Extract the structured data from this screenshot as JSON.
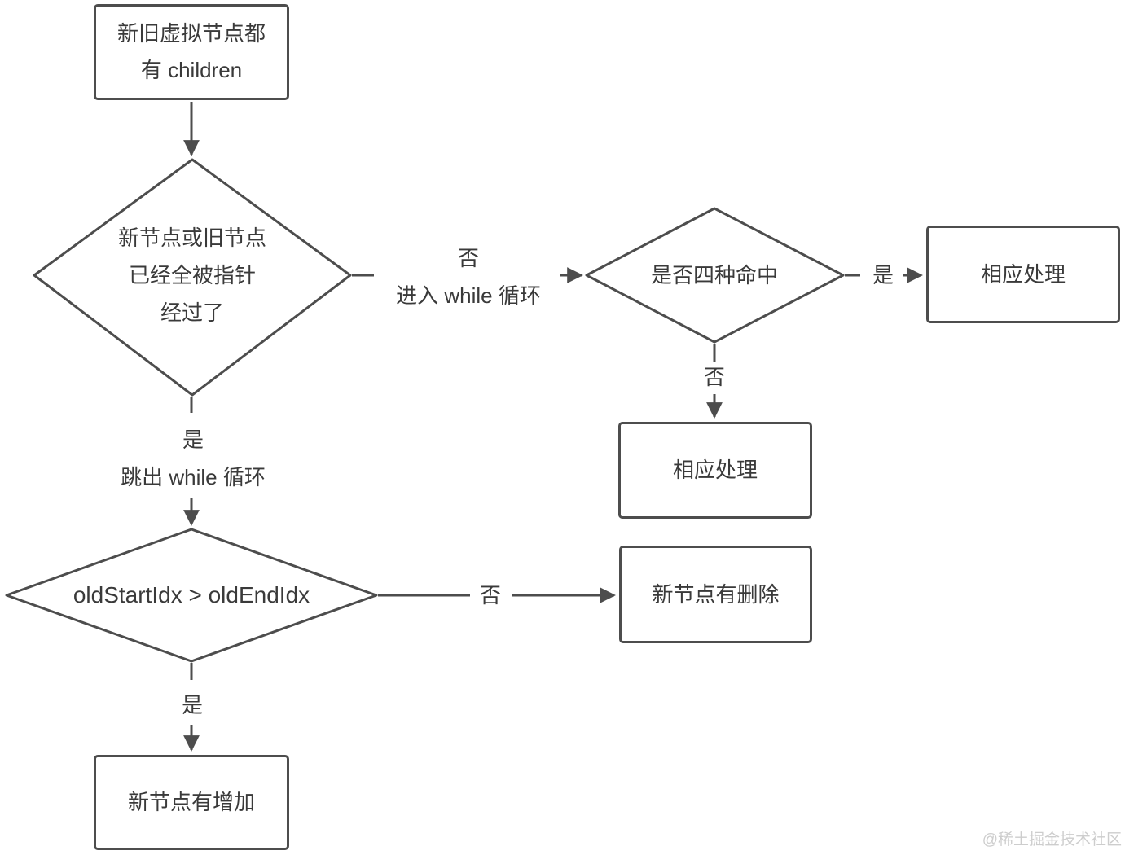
{
  "colors": {
    "background": "#ffffff",
    "stroke": "#4d4d4d",
    "text": "#3a3a3a",
    "watermark": "#cdcdcd"
  },
  "nodes": {
    "start": {
      "line1": "新旧虚拟节点都",
      "line2": "有 children"
    },
    "pointer_check": {
      "line1": "新节点或旧节点",
      "line2": "已经全被指针",
      "line3": "经过了"
    },
    "four_hit_check": {
      "label": "是否四种命中"
    },
    "handle_right": {
      "label": "相应处理"
    },
    "handle_mid": {
      "label": "相应处理"
    },
    "old_idx_check": {
      "label": "oldStartIdx > oldEndIdx"
    },
    "delete_node": {
      "label": "新节点有删除"
    },
    "add_node": {
      "label": "新节点有增加"
    }
  },
  "edges": {
    "enter_while": {
      "line1": "否",
      "line2": "进入 while 循环"
    },
    "hit_yes": {
      "label": "是"
    },
    "hit_no": {
      "label": "否"
    },
    "exit_while": {
      "line1": "是",
      "line2": "跳出 while 循环"
    },
    "idx_no": {
      "label": "否"
    },
    "idx_yes": {
      "label": "是"
    }
  },
  "watermark": {
    "text": "@稀土掘金技术社区"
  }
}
